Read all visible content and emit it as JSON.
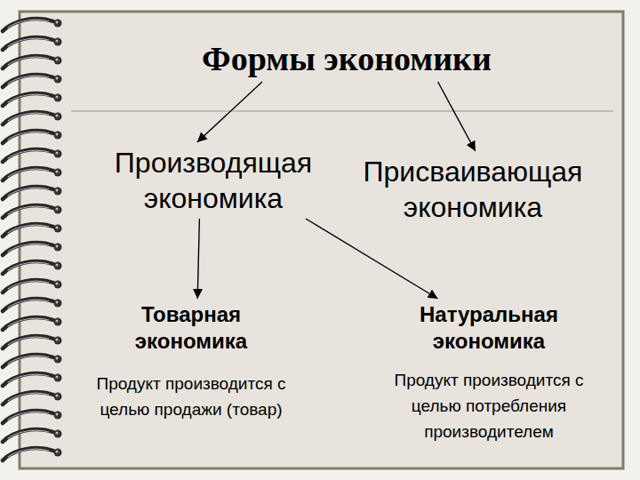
{
  "diagram": {
    "nodes": [
      {
        "text": [
          "Формы экономики"
        ]
      },
      {
        "text": [
          "Производящая экономика"
        ]
      },
      {
        "text": [
          "Присваивающая экономика"
        ]
      },
      {
        "text": [
          "Товарная экономика",
          "Продукт производится с целью продажи (товар)"
        ]
      },
      {
        "text": [
          "Натуральная экономика",
          "Продукт производится с целью потребления производителем"
        ]
      }
    ],
    "edges": [
      {
        "from": 0,
        "to": 1,
        "arrow": "to"
      },
      {
        "from": 0,
        "to": 2,
        "arrow": "to"
      },
      {
        "from": 1,
        "to": 3,
        "arrow": "to"
      },
      {
        "from": 1,
        "to": 4,
        "arrow": "to"
      }
    ]
  }
}
